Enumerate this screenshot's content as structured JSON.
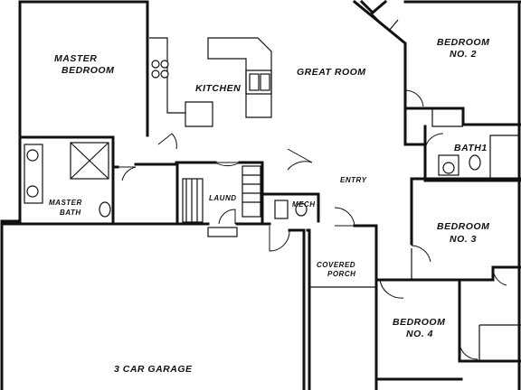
{
  "rooms": {
    "master_bedroom": [
      "MASTER",
      "BEDROOM"
    ],
    "kitchen": "KITCHEN",
    "great_room": "GREAT ROOM",
    "bedroom_2": [
      "BEDROOM",
      "NO. 2"
    ],
    "bath1": "BATH1",
    "master_bath": [
      "MASTER",
      "BATH"
    ],
    "laund": "LAUND",
    "mech": "MECH",
    "entry": "ENTRY",
    "bedroom_3": [
      "BEDROOM",
      "NO. 3"
    ],
    "covered_porch": [
      "COVERED",
      "PORCH"
    ],
    "bedroom_4": [
      "BEDROOM",
      "NO. 4"
    ],
    "garage": "3 CAR GARAGE"
  }
}
